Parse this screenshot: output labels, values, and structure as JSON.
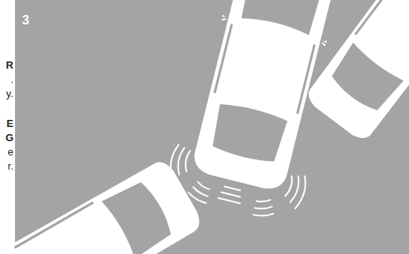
{
  "diagram": {
    "labels": [
      "3",
      "R",
      ".",
      "y.",
      "E",
      "G",
      "e",
      "r."
    ]
  }
}
